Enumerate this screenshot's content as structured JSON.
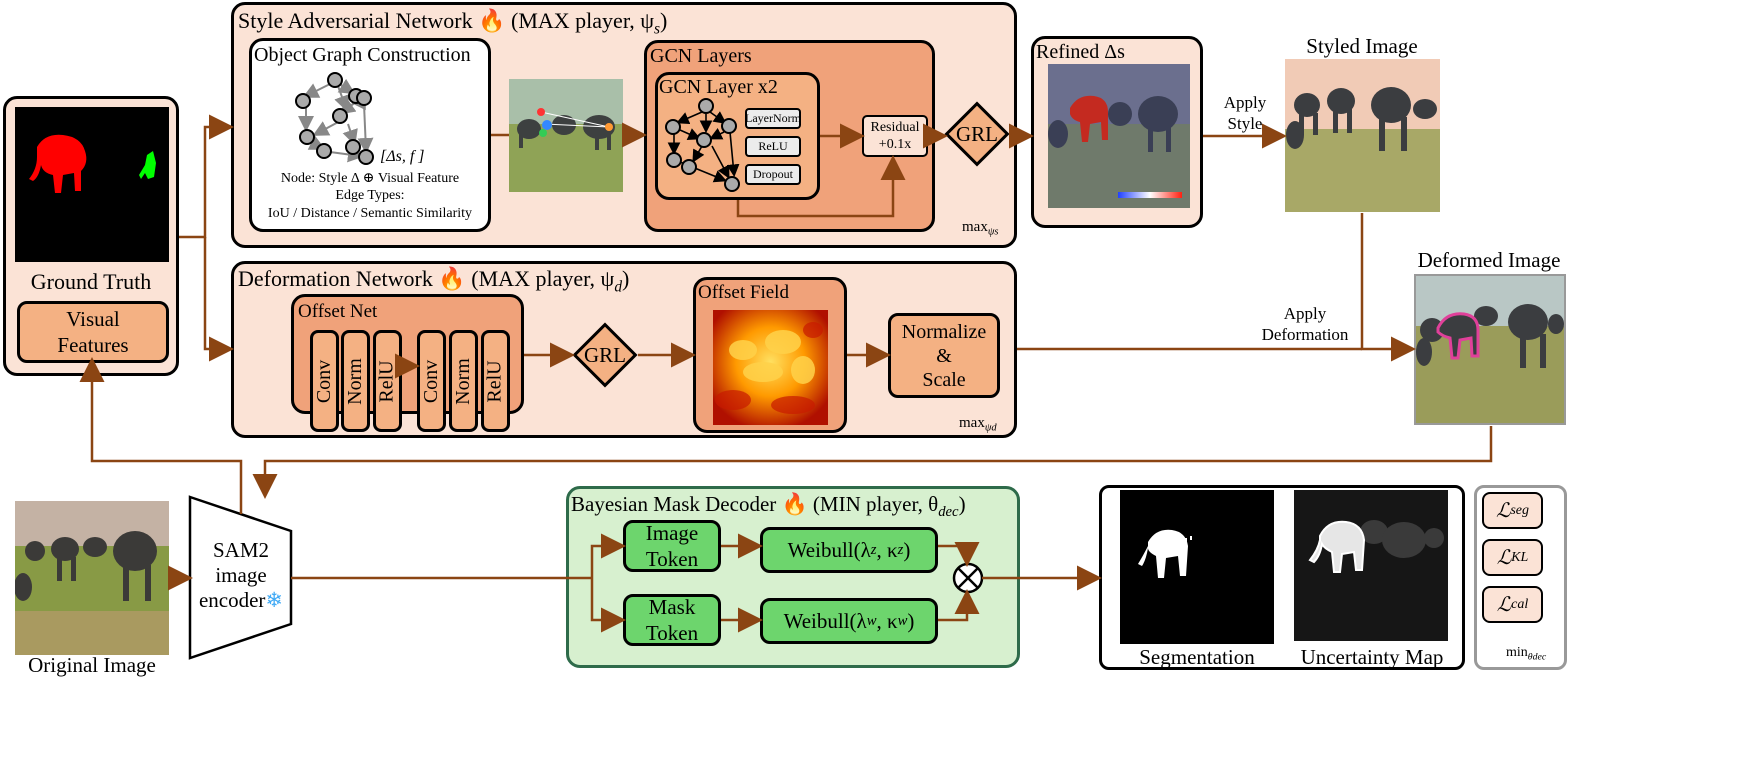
{
  "colors": {
    "arrow": "#8b4513",
    "peach": "#fbe3d6",
    "orange": "#f4b183",
    "green_panel": "#d7f0cf",
    "green_box": "#6dd56d"
  },
  "icons": {
    "fire": "fire-icon",
    "snowflake": "snowflake-icon",
    "multiply": "circle-times-icon"
  },
  "ground_truth": {
    "label": "Ground Truth",
    "features": "Visual\nFeatures"
  },
  "original_image": {
    "label": "Original Image"
  },
  "sam2": {
    "line1": "SAM2",
    "line2": "image",
    "line3": "encoder"
  },
  "style_net": {
    "title": "Style Adversarial Network",
    "player": "(MAX player, ψ",
    "player_sub": "s",
    "graph": {
      "title": "Object Graph Construction",
      "node_label": "[Δs, f ]",
      "node_desc": "Node: Style Δ ⊕ Visual Feature",
      "edge_types": "Edge Types:",
      "edge_list": "IoU /  Distance / Semantic Similarity"
    },
    "gcn": {
      "title": "GCN Layers",
      "inner_title": "GCN Layer x2",
      "layernorm": "LayerNorm",
      "relu": "ReLU",
      "dropout": "Dropout"
    },
    "residual": "Residual\n+0.1x",
    "grl": "GRL",
    "max_label": "max",
    "max_sub": "ψs",
    "refined": "Refined Δs"
  },
  "styled_image": {
    "label": "Styled Image",
    "apply": "Apply\nStyle"
  },
  "deform_net": {
    "title": "Deformation Network",
    "player": "(MAX player, ψ",
    "player_sub": "d",
    "offset_net": "Offset Net",
    "layers": [
      "Conv",
      "Norm",
      "RelU",
      "Conv",
      "Norm",
      "RelU"
    ],
    "grl": "GRL",
    "offset_field": "Offset Field",
    "normalize": "Normalize\n&\nScale",
    "max_label": "max",
    "max_sub": "ψd"
  },
  "deformed_image": {
    "label": "Deformed Image",
    "apply": "Apply\nDeformation"
  },
  "decoder": {
    "title": "Bayesian Mask Decoder",
    "player": "(MIN player, θ",
    "player_sub": "dec",
    "image_token": "Image\nToken",
    "mask_token": "Mask\nToken",
    "weibull_z": "Weibull(λ",
    "weibull_z_sub1": "z",
    "weibull_z_mid": ", κ",
    "weibull_z_sub2": "z",
    "weibull_w": "Weibull(λ",
    "weibull_w_sub1": "w",
    "weibull_w_mid": ", κ",
    "weibull_w_sub2": "w"
  },
  "outputs": {
    "segmentation": "Segmentation",
    "uncertainty": "Uncertainty Map"
  },
  "losses": {
    "items": [
      "seg",
      "KL",
      "cal"
    ],
    "min_label": "min",
    "min_sub": "θdec"
  }
}
